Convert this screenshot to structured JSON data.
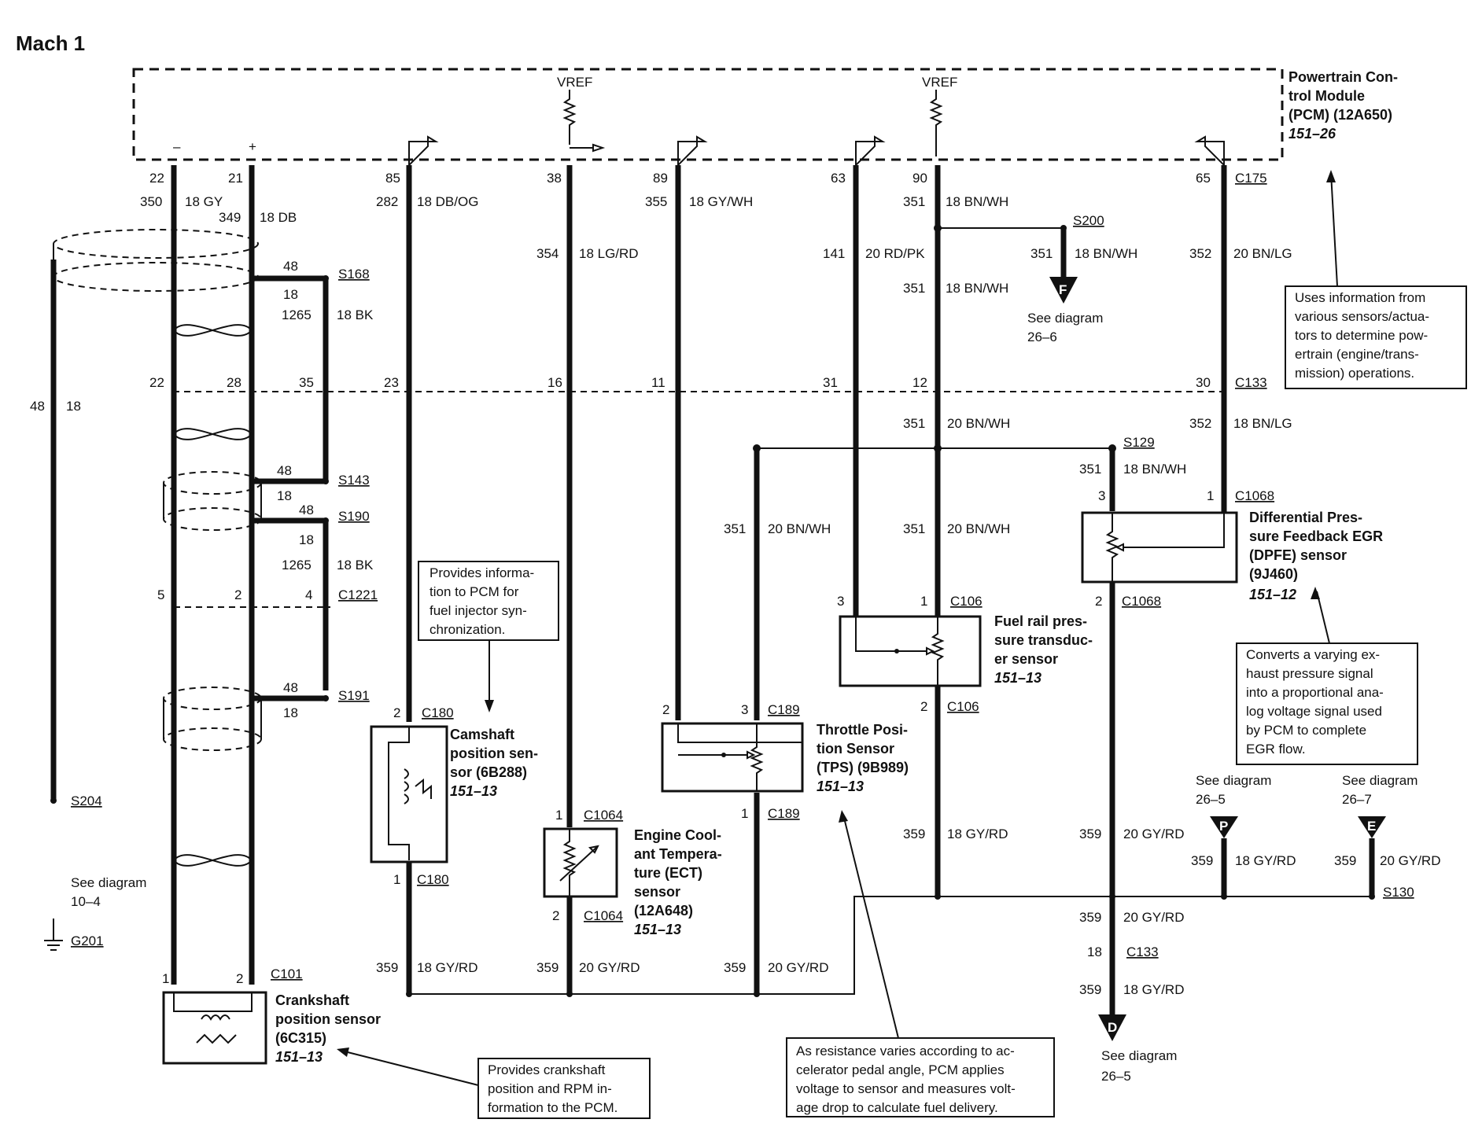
{
  "title": "Mach 1",
  "pcm": {
    "name_lines": [
      "Powertrain Con-",
      "trol Module",
      "(PCM) (12A650)"
    ],
    "ref": "151–26",
    "vref": "VREF",
    "minus": "–",
    "plus": "+"
  },
  "connectors": {
    "c175": "C175",
    "c133": "C133",
    "c1068": "C1068",
    "c1221": "C1221",
    "c180": "C180",
    "c189": "C189",
    "c106": "C106",
    "c1064": "C1064",
    "c101": "C101"
  },
  "splices": {
    "s168": "S168",
    "s143": "S143",
    "s190": "S190",
    "s191": "S191",
    "s204": "S204",
    "s200": "S200",
    "s129": "S129",
    "s130": "S130"
  },
  "ground": "G201",
  "pins_top": [
    "22",
    "21",
    "85",
    "38",
    "89",
    "63",
    "90",
    "65"
  ],
  "pins_c133": [
    "22",
    "28",
    "35",
    "23",
    "16",
    "11",
    "31",
    "12",
    "30"
  ],
  "circuits": {
    "c350": "350",
    "c350w": "18 GY",
    "c349": "349",
    "c349w": "18 DB",
    "c282": "282",
    "c282w": "18 DB/OG",
    "c355": "355",
    "c355w": "18 GY/WH",
    "c354": "354",
    "c354w": "18 LG/RD",
    "c351": "351",
    "c351w": "18 BN/WH",
    "c141": "141",
    "c141w": "20 RD/PK",
    "c352": "352",
    "c352w": "20 BN/LG",
    "c352b": "352",
    "c352bw": "18 BN/LG",
    "c351c": "351",
    "c351cw": "20 BN/WH",
    "c1265": "1265",
    "c1265w": "18 BK",
    "c48": "48",
    "c18": "18",
    "c359": "359",
    "c359a": "18 GY/RD",
    "c359b": "20 GY/RD"
  },
  "c1221_pins": [
    "5",
    "2",
    "4"
  ],
  "sensors": {
    "cmp": {
      "lines": [
        "Camshaft",
        "position sen-",
        "sor (6B288)"
      ],
      "ref": "151–13"
    },
    "ect": {
      "lines": [
        "Engine Cool-",
        "ant Tempera-",
        "ture (ECT)",
        "sensor",
        "(12A648)"
      ],
      "ref": "151–13"
    },
    "tps": {
      "lines": [
        "Throttle Posi-",
        "tion Sensor",
        "(TPS) (9B989)"
      ],
      "ref": "151–13"
    },
    "frp": {
      "lines": [
        "Fuel rail pres-",
        "sure transduc-",
        "er sensor"
      ],
      "ref": "151–13"
    },
    "dpfe": {
      "lines": [
        "Differential Pres-",
        "sure Feedback EGR",
        "(DPFE) sensor",
        "(9J460)"
      ],
      "ref": "151–12"
    },
    "ckp": {
      "lines": [
        "Crankshaft",
        "position sensor",
        "(6C315)"
      ],
      "ref": "151–13"
    }
  },
  "notes": {
    "pcm": [
      "Uses information from",
      "various sensors/actua-",
      "tors to determine pow-",
      "ertrain (engine/trans-",
      "mission) operations."
    ],
    "cmp": [
      "Provides informa-",
      "tion to PCM for",
      "fuel injector syn-",
      "chronization."
    ],
    "dpfe": [
      "Converts a varying ex-",
      "haust pressure signal",
      "into a proportional ana-",
      "log voltage signal used",
      "by PCM to complete",
      "EGR flow."
    ],
    "tps": [
      "As resistance varies according to ac-",
      "celerator pedal angle, PCM applies",
      "voltage to sensor and measures volt-",
      "age drop to calculate fuel delivery."
    ],
    "ckp": [
      "Provides crankshaft",
      "position and RPM in-",
      "formation to the PCM."
    ]
  },
  "see": {
    "label": "See diagram",
    "d26_6": "26–6",
    "d26_5": "26–5",
    "d26_7": "26–7",
    "d10_4": "10–4",
    "flag_f": "F",
    "flag_p": "P",
    "flag_e": "E",
    "flag_d": "D"
  }
}
